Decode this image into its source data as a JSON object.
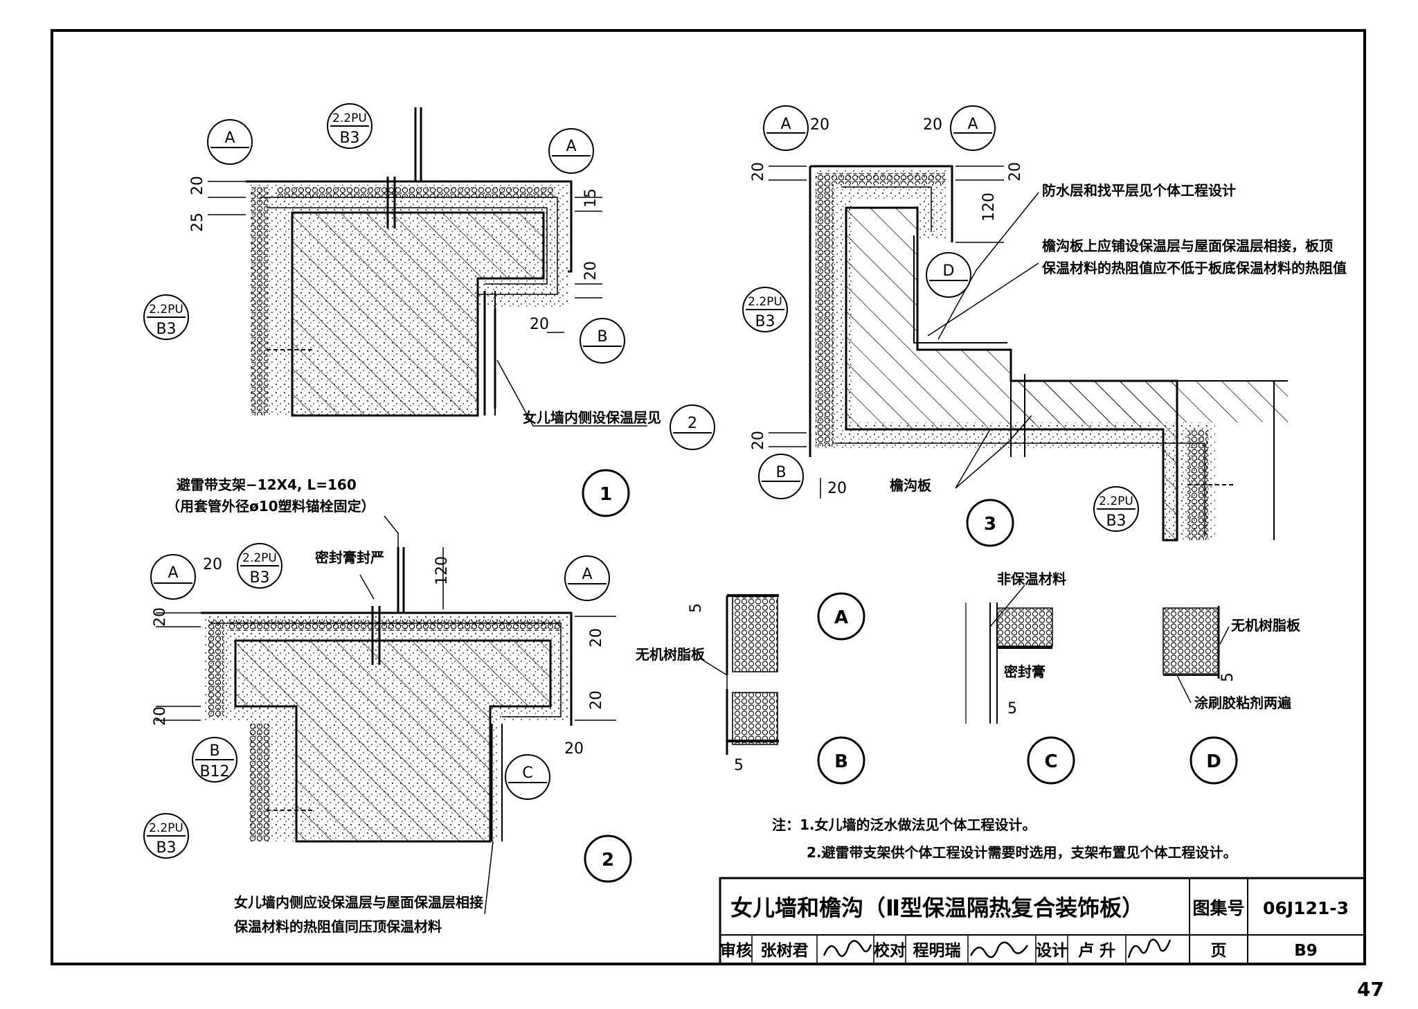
{
  "sheet": {
    "page_number": "47"
  },
  "title_block": {
    "title": "女儿墙和檐沟（Ⅱ型保温隔热复合装饰板）",
    "atlas_label": "图集号",
    "atlas_no": "06J121-3",
    "page_label": "页",
    "page_no": "B9",
    "review_label": "审核",
    "reviewer": "张树君",
    "check_label": "校对",
    "checker": "程明瑞",
    "design_label": "设计",
    "designer": "卢 升"
  },
  "notes": {
    "prefix": "注：",
    "note1": "1.女儿墙的泛水做法见个体工程设计。",
    "note2": "2.避雷带支架供个体工程设计需要时选用，支架布置见个体工程设计。"
  },
  "markers": {
    "a": "A",
    "b": "B",
    "c": "C",
    "d": "D",
    "two": "2",
    "b12": "B12",
    "ref_top": "2.2PU",
    "ref_bottom": "B3"
  },
  "detail_titles": {
    "d1": "1",
    "d2": "2",
    "d3": "3",
    "da": "A",
    "db": "B",
    "dc": "C",
    "dd": "D"
  },
  "dims": {
    "d20": "20",
    "d25": "25",
    "d15": "15",
    "d120": "120",
    "d5": "5"
  },
  "annotations": {
    "inner_wall_insulation_ref": "女儿墙内侧设保温层见",
    "lightning_support": "避雷带支架−12X4, L=160",
    "lightning_anchor": "（用套管外径ø10塑料锚栓固定）",
    "sealant_seal": "密封膏封严",
    "inner_wall_note_1": "女儿墙内侧应设保温层与屋面保温层相接",
    "inner_wall_note_2": "保温材料的热阻值同压顶保温材料",
    "waterproof_note": "防水层和找平层见个体工程设计",
    "gutter_note_1": "檐沟板上应铺设保温层与屋面保温层相接，板顶",
    "gutter_note_2": "保温材料的热阻值应不低于板底保温材料的热阻值",
    "gutter_board": "檐沟板",
    "inorganic_board": "无机树脂板",
    "non_insulating": "非保温材料",
    "sealant": "密封膏",
    "adhesive": "涂刷胶粘剂两遍"
  }
}
